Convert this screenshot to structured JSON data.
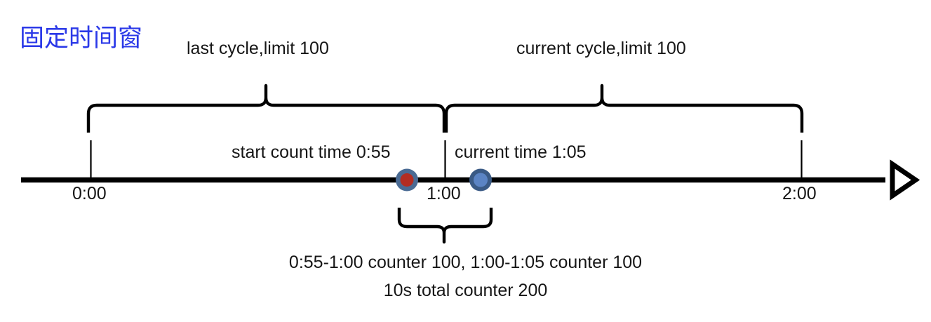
{
  "title": "固定时间窗",
  "colors": {
    "title": "#2B39E8",
    "text": "#161616",
    "axis": "#000000",
    "marker_red_fill": "#B32D22",
    "marker_red_ring": "#4A6B94",
    "marker_blue_fill": "#5B84C4",
    "marker_blue_ring": "#3A5A85"
  },
  "cycles": {
    "last": "last cycle,limit 100",
    "current": "current cycle,limit 100"
  },
  "events": {
    "start_count": "start count time 0:55",
    "current_time": "current time 1:05"
  },
  "axis": {
    "ticks": [
      {
        "label": "0:00"
      },
      {
        "label": "1:00"
      },
      {
        "label": "2:00"
      }
    ]
  },
  "notes": {
    "line1": "0:55-1:00 counter 100, 1:00-1:05 counter 100",
    "line2": "10s total counter 200"
  },
  "chart_data": {
    "type": "line",
    "title": "固定时间窗",
    "xlabel": "",
    "ylabel": "",
    "x": [
      0,
      60,
      120
    ],
    "tick_labels": [
      "0:00",
      "1:00",
      "2:00"
    ],
    "xlim": [
      0,
      130
    ],
    "grid": false,
    "legend": "none",
    "annotations": [
      {
        "name": "last-cycle-brace",
        "label": "last cycle,limit 100",
        "x_start": "0:00",
        "x_end": "1:00",
        "limit": 100
      },
      {
        "name": "current-cycle-brace",
        "label": "current cycle,limit 100",
        "x_start": "1:00",
        "x_end": "2:00",
        "limit": 100
      },
      {
        "name": "start-count-marker",
        "label": "start count time 0:55",
        "x": "0:55",
        "marker": "red-dot",
        "counter": 100
      },
      {
        "name": "current-time-marker",
        "label": "current time 1:05",
        "x": "1:05",
        "marker": "blue-dot",
        "counter": 100
      },
      {
        "name": "window-brace",
        "label": "10s total counter 200",
        "x_start": "0:55",
        "x_end": "1:05",
        "total": 200
      }
    ]
  }
}
